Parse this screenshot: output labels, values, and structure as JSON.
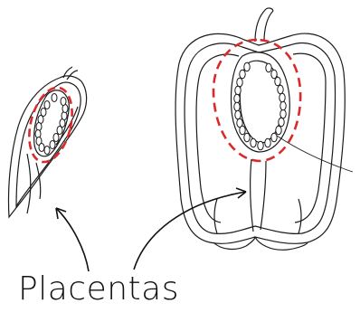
{
  "label": {
    "text": "Placentas"
  },
  "colors": {
    "outline": "#1a1a1a",
    "highlight": "#d92b2b",
    "background": "#ffffff"
  },
  "icons": {
    "small_fruit": "pepper-cross-section-small",
    "large_fruit": "bell-pepper-cross-section",
    "arrows": "curved-arrow"
  }
}
